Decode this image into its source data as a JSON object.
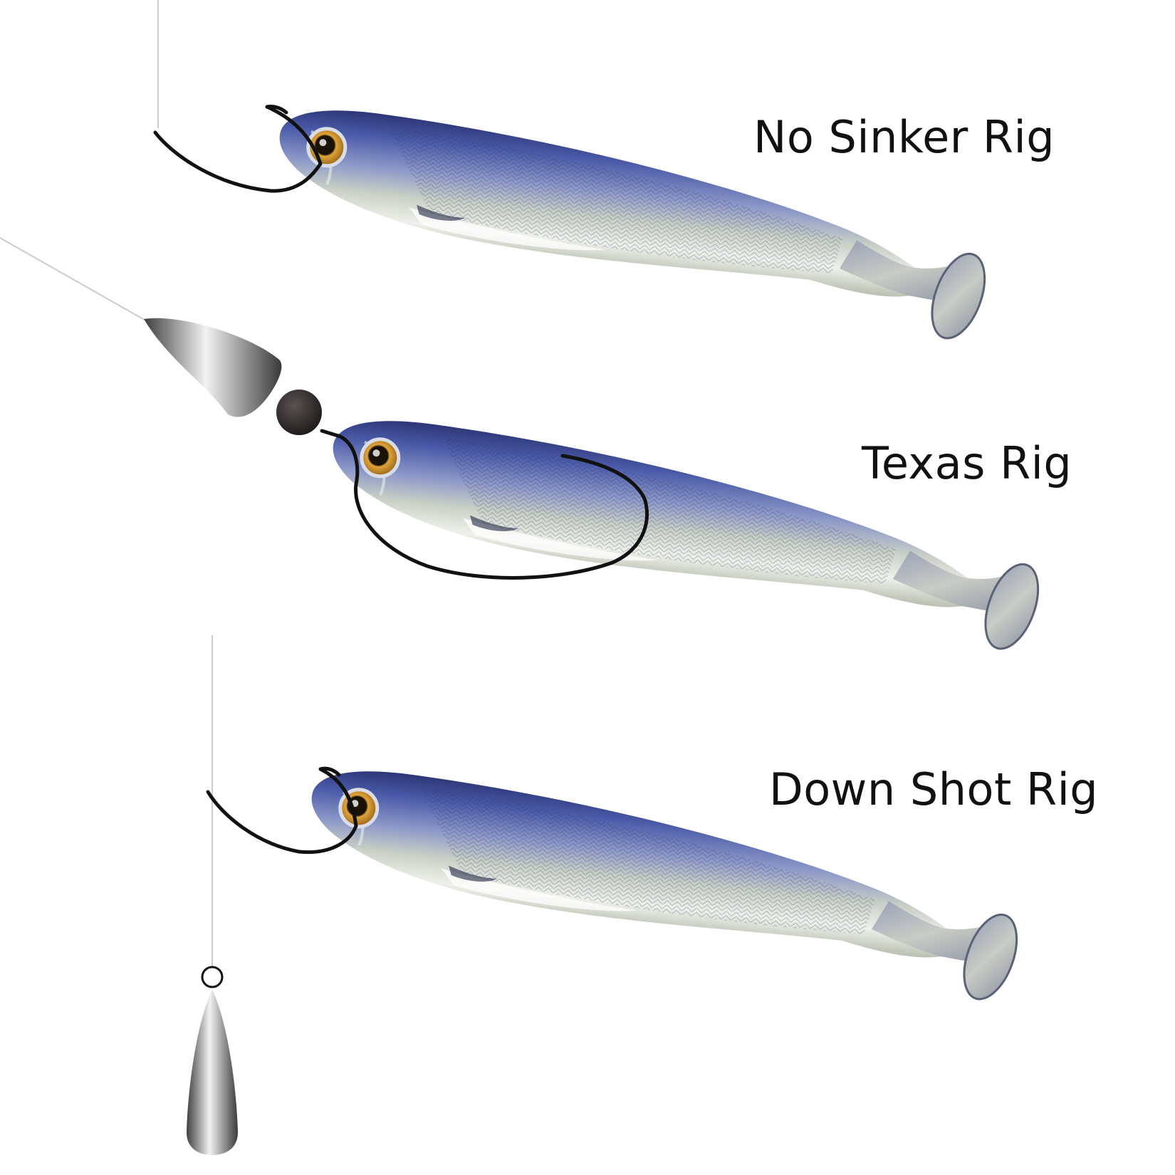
{
  "rigs": [
    {
      "label": "No Sinker Rig"
    },
    {
      "label": "Texas Rig"
    },
    {
      "label": "Down Shot Rig"
    }
  ],
  "colors": {
    "background": "#ffffff",
    "lure_back": "#4a5aa8",
    "lure_belly": "#e6ebe4",
    "hook": "#111111",
    "line": "#c8ccd4",
    "sinker": "#6a6a6a",
    "bead": "#2f2a2a",
    "eye": "#c8902a",
    "label_text": "#111111"
  },
  "icons": [
    "fishing-line",
    "hook-icon",
    "bullet-sinker-icon",
    "bead-icon",
    "drop-sinker-icon",
    "swivel-ring-icon",
    "paddle-tail-lure"
  ]
}
